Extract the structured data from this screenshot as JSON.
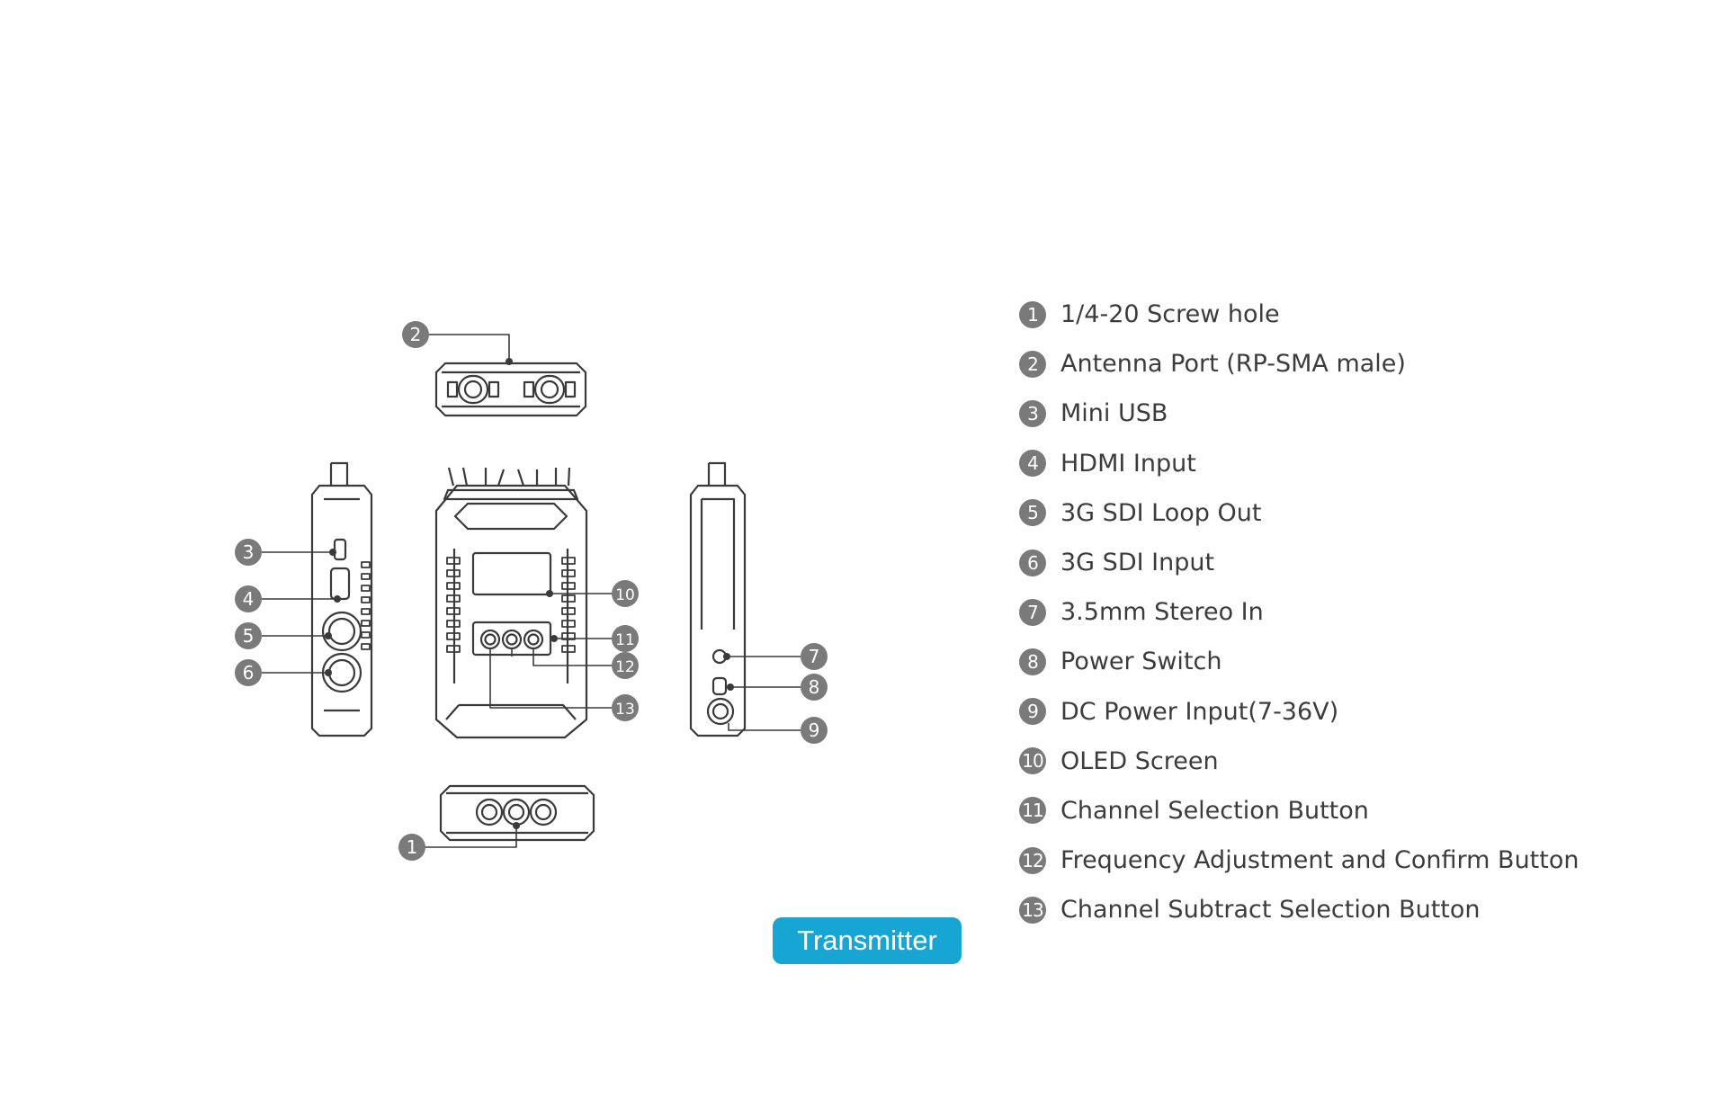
{
  "legend": [
    {
      "num": "1",
      "label": "1/4-20 Screw hole"
    },
    {
      "num": "2",
      "label": "Antenna Port (RP-SMA male)"
    },
    {
      "num": "3",
      "label": "Mini USB"
    },
    {
      "num": "4",
      "label": "HDMI Input"
    },
    {
      "num": "5",
      "label": "3G SDI Loop Out"
    },
    {
      "num": "6",
      "label": "3G SDI Input"
    },
    {
      "num": "7",
      "label": "3.5mm Stereo In"
    },
    {
      "num": "8",
      "label": "Power Switch"
    },
    {
      "num": "9",
      "label": "DC Power Input(7-36V)"
    },
    {
      "num": "10",
      "label": "OLED Screen"
    },
    {
      "num": "11",
      "label": "Channel Selection Button"
    },
    {
      "num": "12",
      "label": "Frequency Adjustment and Confirm Button"
    },
    {
      "num": "13",
      "label": "Channel Subtract Selection Button"
    }
  ],
  "callouts": [
    "1",
    "2",
    "3",
    "4",
    "5",
    "6",
    "7",
    "8",
    "9",
    "10",
    "11",
    "12",
    "13"
  ],
  "caption": "Transmitter",
  "colors": {
    "accent": "#17a6d3",
    "badge": "#7a7a7a",
    "line": "#3a3a3a"
  }
}
